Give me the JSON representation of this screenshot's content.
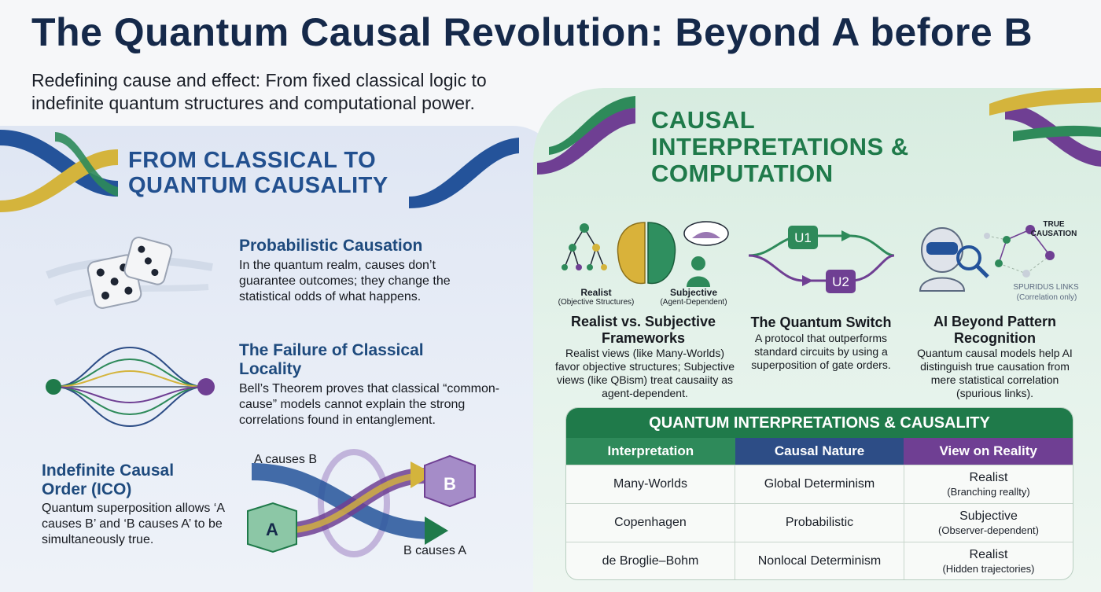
{
  "header": {
    "title": "The Quantum Causal Revolution: Beyond A before B",
    "subtitle": "Redefining cause and effect: From fixed classical logic to indefinite quantum structures and computational power."
  },
  "left": {
    "section_title": "FROM CLASSICAL TO QUANTUM CAUSALITY",
    "items": [
      {
        "title": "Probabilistic Causation",
        "body": "In the quantum realm, causes don’t guarantee outcomes; they change the statistical odds of what happens.",
        "icon": "dice-icon"
      },
      {
        "title": "The Failure of Classical Locality",
        "body": "Bell’s Theorem proves that classical “common-cause” models cannot explain the strong correlations found in entanglement.",
        "icon": "entangled-waves-icon"
      },
      {
        "title": "Indefinite Causal Order (ICO)",
        "body": "Quantum superposition allows ‘A causes B’ and ‘B causes A’ to be simultaneously true.",
        "icon": "crossing-arrows-icon"
      }
    ],
    "ico_diagram": {
      "label_top": "A causes B",
      "label_bottom": "B causes A",
      "node_a": "A",
      "node_b": "B"
    }
  },
  "right": {
    "section_title": "CAUSAL INTERPRETATIONS & COMPUTATION",
    "cards": [
      {
        "title": "Realist vs. Subjective Frameworks",
        "body": "Realist views (like Many-Worlds) favor objective structures; Subjective views (like QBism) treat causaiity as agent-dependent.",
        "icon": "brain-icon",
        "tag_left": "Realist",
        "tag_left_sub": "(Objective Structures)",
        "tag_right": "Subjective",
        "tag_right_sub": "(Agent-Dependent)"
      },
      {
        "title": "The Quantum Switch",
        "body": "A protocol that outperforms standard circuits by using a superposition of gate orders.",
        "icon": "quantum-switch-icon",
        "gate_1": "U1",
        "gate_2": "U2"
      },
      {
        "title": "AI Beyond Pattern Recognition",
        "body": "Quantum causal models help AI distinguish true causation from mere statistical correlation (spurious links).",
        "icon": "robot-icon",
        "tag_true": "TRUE CAUSATION",
        "tag_spurious": "SPURIDUS LINKS",
        "tag_spurious_sub": "(Correlation only)"
      }
    ]
  },
  "table": {
    "title": "QUANTUM INTERPRETATIONS & CAUSALITY",
    "columns": [
      "Interpretation",
      "Causal Nature",
      "View on Reality"
    ],
    "rows": [
      {
        "interpretation": "Many-Worlds",
        "nature": "Global Determinism",
        "view": "Realist",
        "view_sub": "(Branching reallty)"
      },
      {
        "interpretation": "Copenhagen",
        "nature": "Probabilistic",
        "view": "Subjective",
        "view_sub": "(Observer-dependent)"
      },
      {
        "interpretation": "de Broglie–Bohm",
        "nature": "Nonlocal Determinism",
        "view": "Realist",
        "view_sub": "(Hidden trajectories)"
      }
    ]
  },
  "colors": {
    "navy": "#15294a",
    "blue": "#22508f",
    "green": "#1f7a4a",
    "purple": "#6f3f93",
    "gold": "#d4b43c"
  }
}
